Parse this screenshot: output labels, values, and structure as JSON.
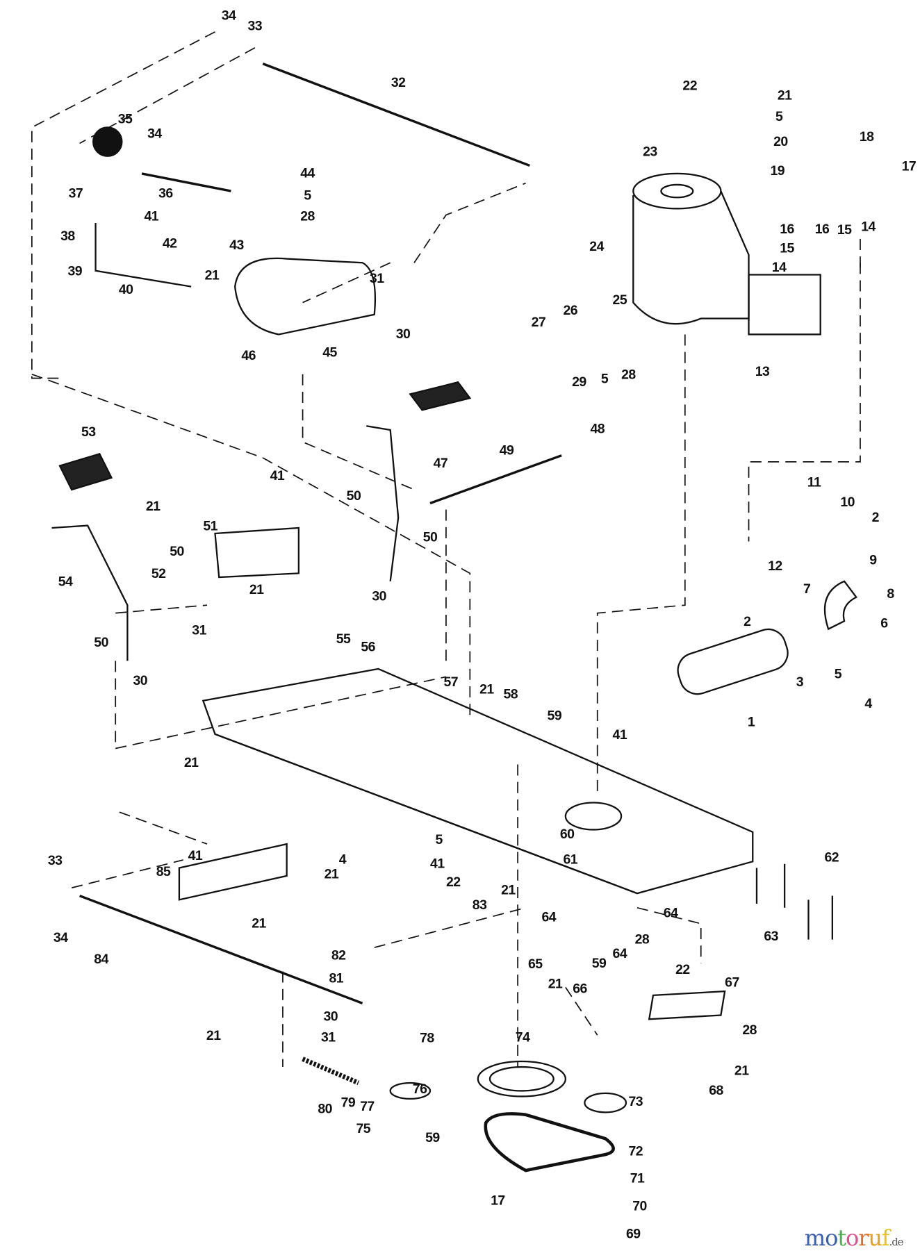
{
  "labels": [
    "34",
    "33",
    "32",
    "35",
    "34",
    "36",
    "37",
    "38",
    "41",
    "42",
    "21",
    "39",
    "40",
    "44",
    "5",
    "28",
    "43",
    "31",
    "30",
    "45",
    "46",
    "22",
    "21",
    "5",
    "20",
    "19",
    "23",
    "18",
    "17",
    "24",
    "16",
    "16",
    "15",
    "15",
    "14",
    "14",
    "25",
    "26",
    "27",
    "29",
    "5",
    "28",
    "13",
    "53",
    "47",
    "48",
    "49",
    "41",
    "50",
    "50",
    "21",
    "51",
    "50",
    "52",
    "21",
    "30",
    "54",
    "31",
    "50",
    "30",
    "55",
    "56",
    "57",
    "21",
    "58",
    "59",
    "41",
    "21",
    "11",
    "10",
    "2",
    "12",
    "9",
    "7",
    "8",
    "6",
    "2",
    "3",
    "5",
    "4",
    "1",
    "5",
    "41",
    "22",
    "21",
    "83",
    "60",
    "61",
    "62",
    "64",
    "28",
    "64",
    "64",
    "59",
    "65",
    "21",
    "66",
    "63",
    "33",
    "85",
    "41",
    "4",
    "21",
    "21",
    "34",
    "84",
    "82",
    "81",
    "30",
    "31",
    "78",
    "21",
    "80",
    "79",
    "77",
    "76",
    "75",
    "59",
    "74",
    "73",
    "72",
    "17",
    "71",
    "70",
    "69",
    "22",
    "67",
    "28",
    "21",
    "68"
  ],
  "watermark": {
    "letters": [
      "m",
      "o",
      "t",
      "o",
      "r",
      "u",
      "f"
    ],
    "suffix": ".de",
    "colors": [
      "#3a5fb0",
      "#3a5fb0",
      "#4caf50",
      "#e0508a",
      "#e0702a",
      "#e8a020",
      "#e8c020"
    ]
  }
}
